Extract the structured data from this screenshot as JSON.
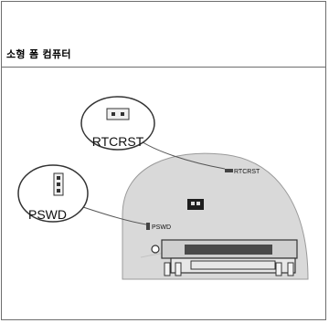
{
  "heading": "소형 폼 컴퓨터",
  "callouts": {
    "rtc": "RTCRST",
    "pswd": "PSWD"
  },
  "board_labels": {
    "rtc": "RTCRST",
    "pswd": "PSWD"
  }
}
